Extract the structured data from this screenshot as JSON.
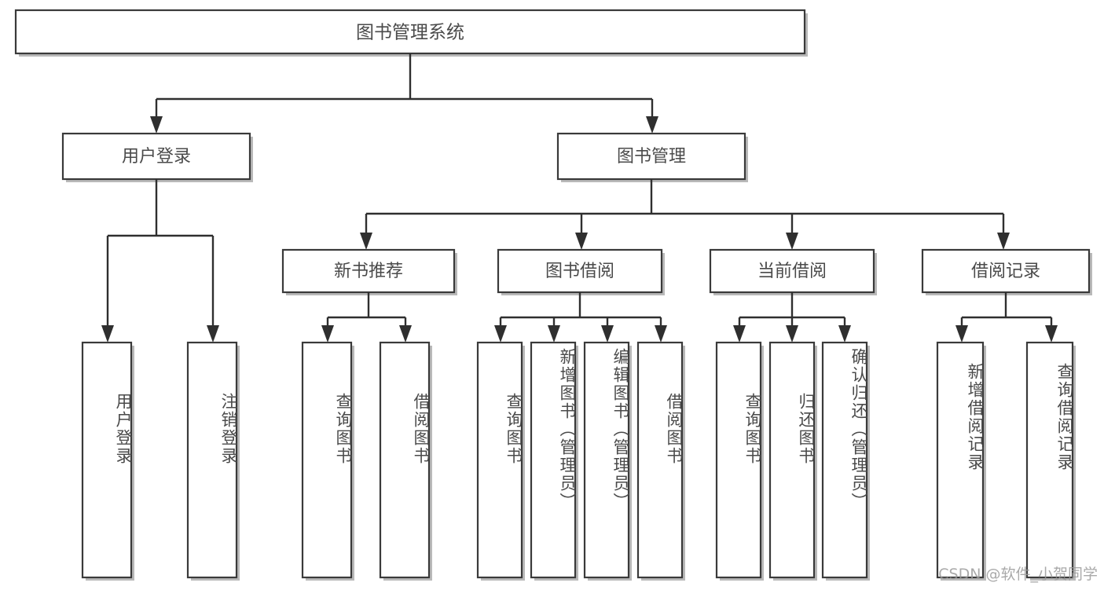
{
  "diagram": {
    "type": "tree",
    "title": "图书管理系统",
    "root": {
      "label": "图书管理系统",
      "children": [
        {
          "label": "用户登录",
          "children": [
            {
              "label": "用户登录"
            },
            {
              "label": "注销登录"
            }
          ]
        },
        {
          "label": "图书管理",
          "children": [
            {
              "label": "新书推荐",
              "children": [
                {
                  "label": "查询图书"
                },
                {
                  "label": "借阅图书"
                }
              ]
            },
            {
              "label": "图书借阅",
              "children": [
                {
                  "label": "查询图书"
                },
                {
                  "label": "新增图书（管理员）"
                },
                {
                  "label": "编辑图书（管理员）"
                },
                {
                  "label": "借阅图书"
                }
              ]
            },
            {
              "label": "当前借阅",
              "children": [
                {
                  "label": "查询图书"
                },
                {
                  "label": "归还图书"
                },
                {
                  "label": "确认归还（管理员）"
                }
              ]
            },
            {
              "label": "借阅记录",
              "children": [
                {
                  "label": "新增借阅记录"
                },
                {
                  "label": "查询借阅记录"
                }
              ]
            }
          ]
        }
      ]
    },
    "nodes": {
      "root_title": "图书管理系统",
      "level1": [
        "用户登录",
        "图书管理"
      ],
      "level2": [
        "新书推荐",
        "图书借阅",
        "当前借阅",
        "借阅记录"
      ],
      "leaves_user_login": [
        "用户登录",
        "注销登录"
      ],
      "leaves_new_book": [
        "查询图书",
        "借阅图书"
      ],
      "leaves_borrow": [
        "查询图书",
        "新增图书（管理员）",
        "编辑图书（管理员）",
        "借阅图书"
      ],
      "leaves_current": [
        "查询图书",
        "归还图书",
        "确认归还（管理员）"
      ],
      "leaves_record": [
        "新增借阅记录",
        "查询借阅记录"
      ]
    },
    "colors": {
      "box_fill": "#ffffff",
      "box_stroke": "#3a3a3a",
      "text": "#4a4a4a",
      "connector": "#2f2f2f",
      "background": "#ffffff",
      "watermark": "#9b9b9b"
    }
  },
  "watermark": {
    "text": "CSDN @软件_小贺同学"
  }
}
